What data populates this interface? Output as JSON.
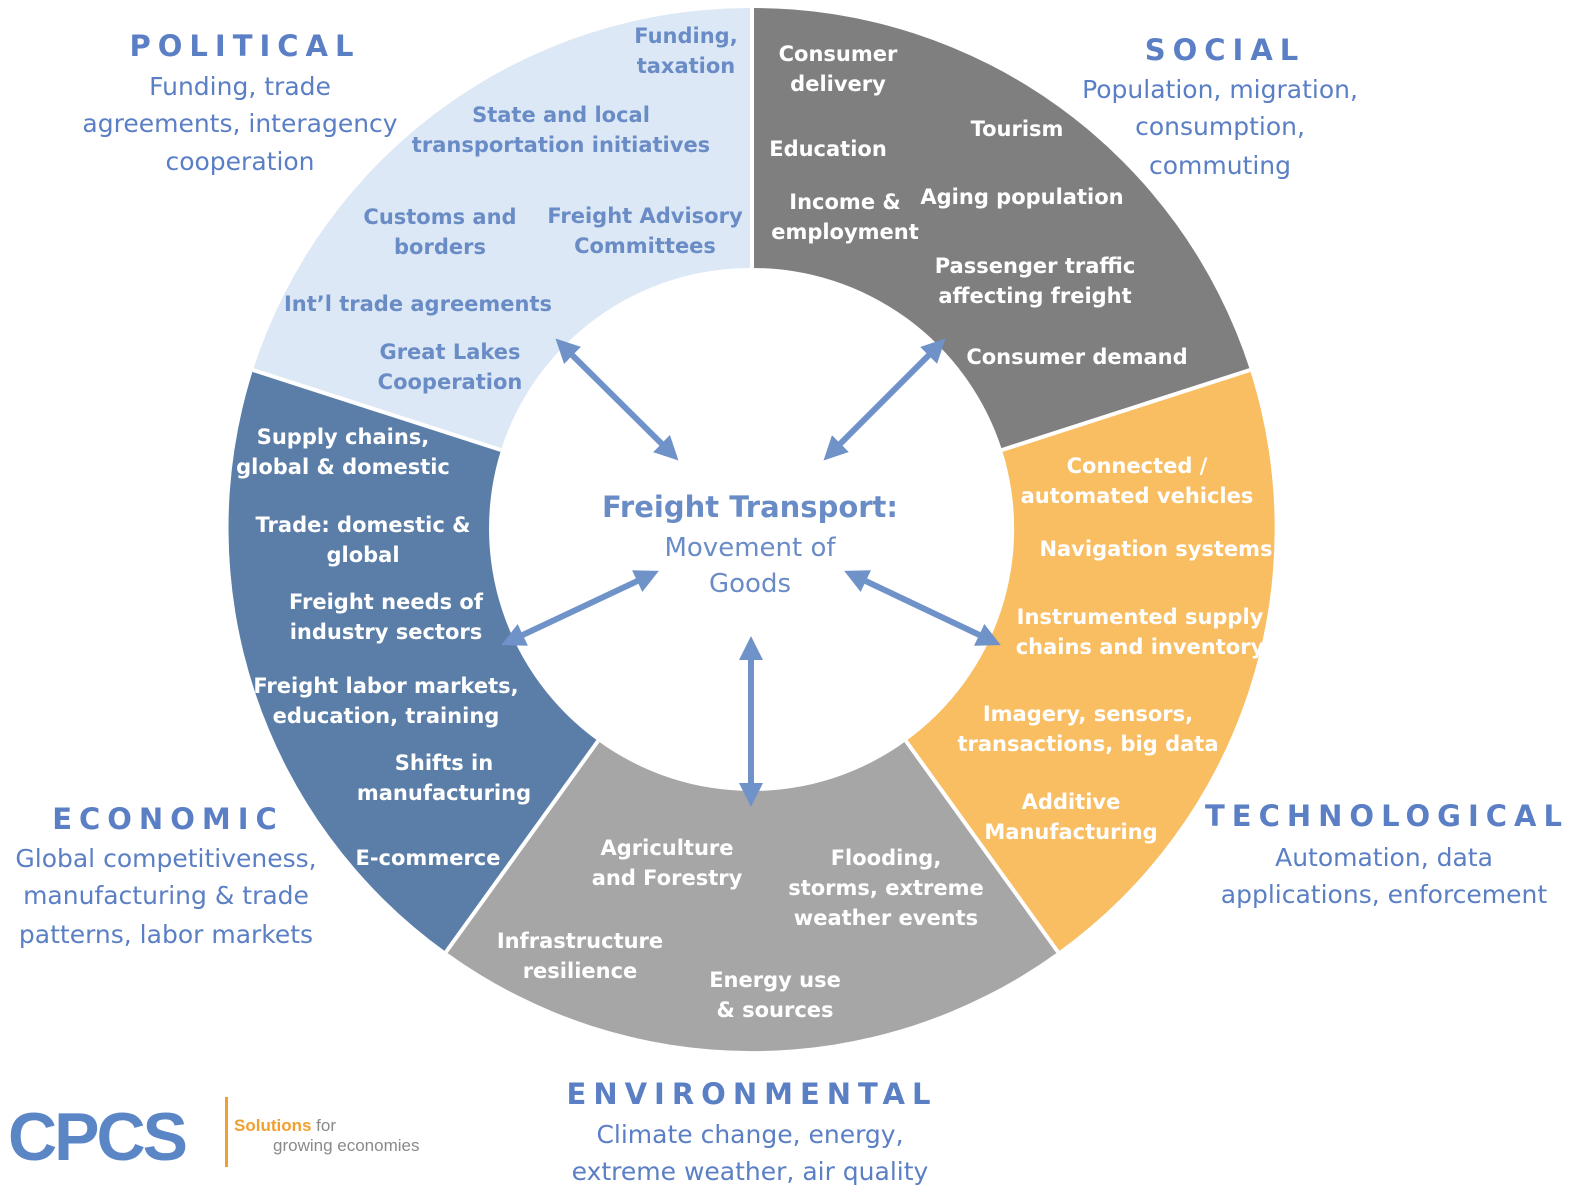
{
  "colors": {
    "political": "#dce8f5",
    "social": "#7f7f7f",
    "technological": "#f9bd62",
    "environmental": "#a6a6a6",
    "economic": "#5b7ea8",
    "label_blue": "#5b7fc4",
    "arrow": "#6f93c9",
    "logo_blue": "#5b86c5",
    "logo_orange": "#f0a030",
    "logo_gray": "#8a8a8a"
  },
  "center": {
    "title": "Freight Transport:",
    "subtitle_line1": "Movement of",
    "subtitle_line2": "Goods"
  },
  "categories": {
    "political": {
      "title": "POLITICAL",
      "desc": [
        "Funding,  trade",
        "agreements, interagency",
        "cooperation"
      ]
    },
    "social": {
      "title": "SOCIAL",
      "desc": [
        "Population, migration,",
        "consumption,",
        "commuting"
      ]
    },
    "technological": {
      "title": "TECHNOLOGICAL",
      "desc": [
        "Automation, data",
        "applications, enforcement"
      ]
    },
    "environmental": {
      "title": "ENVIRONMENTAL",
      "desc": [
        "Climate change, energy,",
        "extreme weather, air quality"
      ]
    },
    "economic": {
      "title": "ECONOMIC",
      "desc": [
        "Global competitiveness,",
        "manufacturing & trade",
        "patterns, labor markets"
      ]
    }
  },
  "segments": {
    "political": [
      [
        "Funding,",
        "taxation"
      ],
      [
        "State and local",
        "transportation initiatives"
      ],
      [
        "Customs and",
        "borders"
      ],
      [
        "Freight Advisory",
        "Committees"
      ],
      [
        "Int’l trade agreements"
      ],
      [
        "Great Lakes",
        "Cooperation"
      ]
    ],
    "social": [
      [
        "Consumer",
        "delivery"
      ],
      [
        "Tourism"
      ],
      [
        "Education"
      ],
      [
        "Aging population"
      ],
      [
        "Income &",
        "employment"
      ],
      [
        "Passenger traffic",
        "affecting freight"
      ],
      [
        "Consumer demand"
      ]
    ],
    "technological": [
      [
        "Connected /",
        "automated vehicles"
      ],
      [
        "Navigation systems"
      ],
      [
        "Instrumented supply",
        "chains and inventory"
      ],
      [
        "Imagery, sensors,",
        "transactions, big data"
      ],
      [
        "Additive",
        "Manufacturing"
      ]
    ],
    "environmental": [
      [
        "Agriculture",
        "and Forestry"
      ],
      [
        "Flooding,",
        "storms, extreme",
        "weather events"
      ],
      [
        "Infrastructure",
        "resilience"
      ],
      [
        "Energy use",
        "& sources"
      ]
    ],
    "economic": [
      [
        "Supply chains,",
        "global & domestic"
      ],
      [
        "Trade: domestic &",
        "global"
      ],
      [
        "Freight needs of",
        "industry sectors"
      ],
      [
        "Freight labor markets,",
        "education, training"
      ],
      [
        "Shifts in",
        "manufacturing"
      ],
      [
        "E-commerce"
      ]
    ]
  },
  "logo": {
    "word": "CPCS",
    "tagline_bold": "Solutions",
    "tagline_rest": " for",
    "tagline_line2": "growing economies"
  }
}
